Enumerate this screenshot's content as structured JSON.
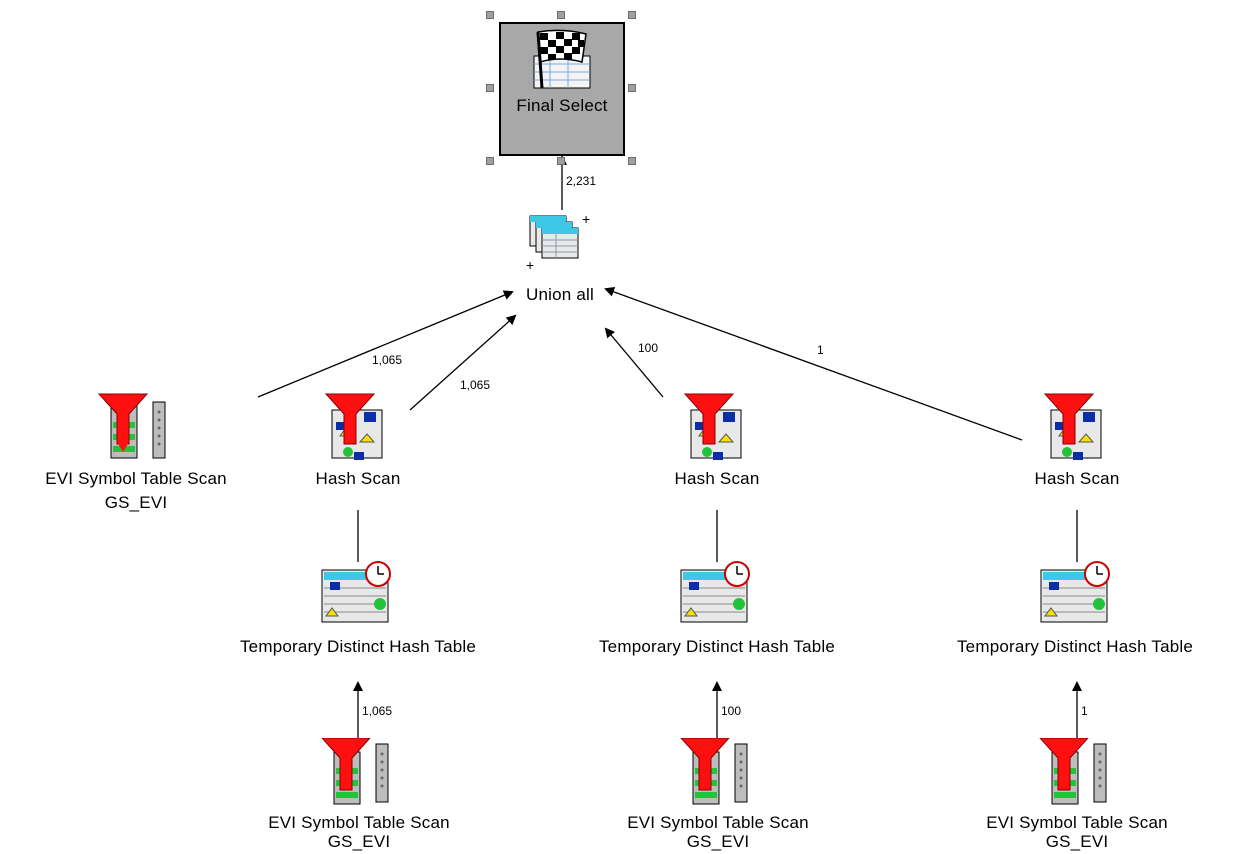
{
  "final_select": {
    "label": "Final Select"
  },
  "union": {
    "label": "Union all",
    "rows_in": "2,231"
  },
  "branches": [
    {
      "scan_label": "EVI Symbol Table Scan",
      "index_name": "GS_EVI",
      "rows_out": "1,065"
    },
    {
      "scan_label": "Hash Scan",
      "rows_out": "1,065",
      "table_label": "Temporary Distinct Hash Table",
      "source_label": "EVI Symbol Table Scan",
      "source_index": "GS_EVI",
      "source_rows": "1,065"
    },
    {
      "scan_label": "Hash Scan",
      "rows_out": "100",
      "table_label": "Temporary Distinct Hash Table",
      "source_label": "EVI Symbol Table Scan",
      "source_index": "GS_EVI",
      "source_rows": "100"
    },
    {
      "scan_label": "Hash Scan",
      "rows_out": "1",
      "table_label": "Temporary Distinct Hash Table",
      "source_label": "EVI Symbol Table Scan",
      "source_index": "GS_EVI",
      "source_rows": "1"
    }
  ],
  "colors": {
    "selected_node_fill": "#a8a8a8",
    "funnel_red": "#ff0000",
    "arrow": "#000000"
  },
  "icons": [
    "checkered-flag-icon",
    "union-tables-icon",
    "funnel-filter-icon",
    "index-column-icon",
    "hash-scan-icon",
    "hash-table-clock-icon"
  ]
}
